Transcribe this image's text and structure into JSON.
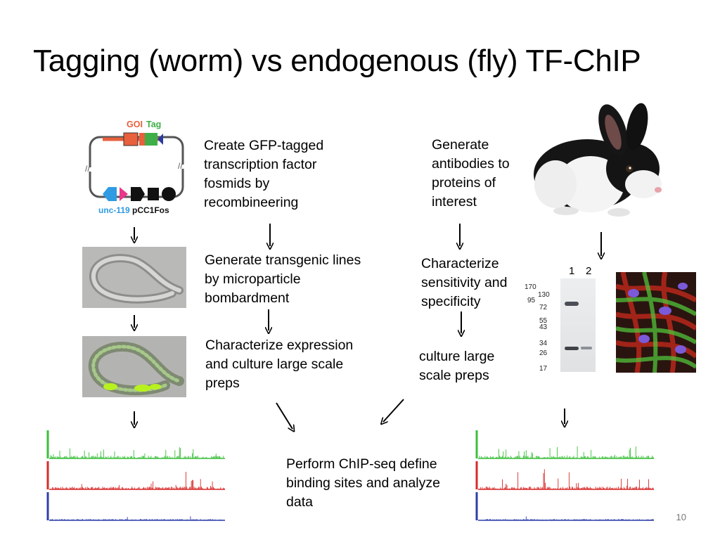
{
  "title": "Tagging (worm) vs endogenous (fly) TF-ChIP",
  "page_number": "10",
  "steps": {
    "create_fosmids": "Create GFP-tagged transcription factor fosmids by recombineering",
    "transgenic": "Generate transgenic lines by microparticle bombardment",
    "characterize_expression": "Characterize expression and culture large scale preps",
    "antibodies": "Generate antibodies to proteins of interest",
    "sensitivity": "Characterize sensitivity and specificity",
    "culture": "culture large scale preps",
    "chipseq": "Perform ChIP-seq define binding sites and analyze data"
  },
  "construct": {
    "goi_label": "GOI",
    "tag_label": "Tag",
    "unc_label": "unc-119",
    "vector_label": "pCC1Fos",
    "colors": {
      "goi": "#e8603c",
      "tag": "#3fae49",
      "unc": "#2f9be3",
      "pink": "#e8388a",
      "backbone": "#555555"
    }
  },
  "western": {
    "lane_labels": [
      "1",
      "2"
    ],
    "markers": [
      "170",
      "130",
      "95",
      "72",
      "55",
      "43",
      "34",
      "26",
      "17"
    ]
  },
  "tracks": {
    "colors": [
      "#3cbf3c",
      "#d92a2a",
      "#2f3fa8"
    ]
  }
}
